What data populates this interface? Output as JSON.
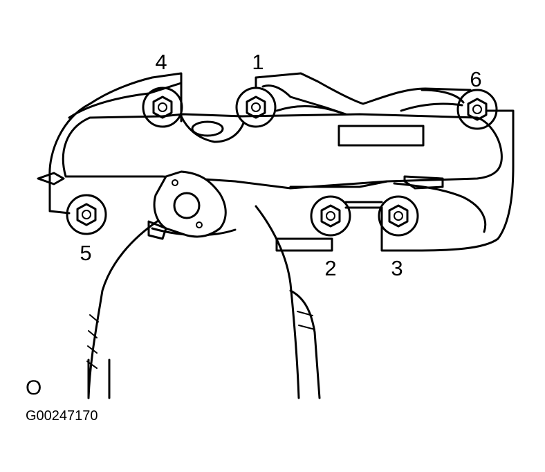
{
  "diagram": {
    "bolt_labels": [
      "1",
      "2",
      "3",
      "4",
      "5",
      "6"
    ],
    "corner_mark": "O",
    "figure_code": "G00247170"
  }
}
